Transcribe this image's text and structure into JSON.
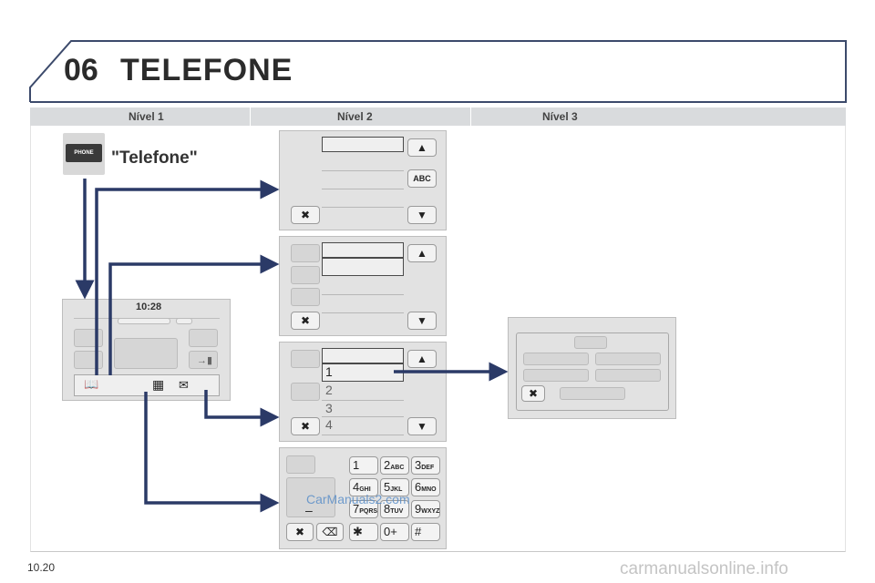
{
  "header": {
    "chapter_number": "06",
    "title": "TELEFONE"
  },
  "levels": [
    "Nível 1",
    "Nível 2",
    "Nível 3"
  ],
  "menu": {
    "label": "\"Telefone\"",
    "key_label": "PHONE"
  },
  "screen": {
    "clock": "10:28"
  },
  "panel_contacts": {
    "scroll_up": "▲",
    "scroll_down": "▼",
    "abc_label": "ABC",
    "close": "✖"
  },
  "panel_calls": {
    "scroll_up": "▲",
    "scroll_down": "▼",
    "close": "✖"
  },
  "panel_list": {
    "items": [
      "1",
      "2",
      "3",
      "4"
    ],
    "scroll_up": "▲",
    "scroll_down": "▼",
    "close": "✖"
  },
  "keypad": {
    "keys": [
      {
        "digit": "1",
        "letters": ""
      },
      {
        "digit": "2",
        "letters": "ABC"
      },
      {
        "digit": "3",
        "letters": "DEF"
      },
      {
        "digit": "4",
        "letters": "GHI"
      },
      {
        "digit": "5",
        "letters": "JKL"
      },
      {
        "digit": "6",
        "letters": "MNO"
      },
      {
        "digit": "7",
        "letters": "PQRS"
      },
      {
        "digit": "8",
        "letters": "TUV"
      },
      {
        "digit": "9",
        "letters": "WXYZ"
      },
      {
        "digit": "✱",
        "letters": ""
      },
      {
        "digit": "0+",
        "letters": ""
      },
      {
        "digit": "#",
        "letters": ""
      }
    ],
    "close": "✖",
    "backspace": "⌫",
    "dash": "–"
  },
  "panel_level3": {
    "close": "✖"
  },
  "watermark": "CarManuals2.com",
  "page_number": "10.20",
  "footer_watermark": "carmanualsonline.info",
  "colors": {
    "arrow": "#2b3a67",
    "panel": "#e2e2e2",
    "level_bar": "#d9dbdd"
  }
}
